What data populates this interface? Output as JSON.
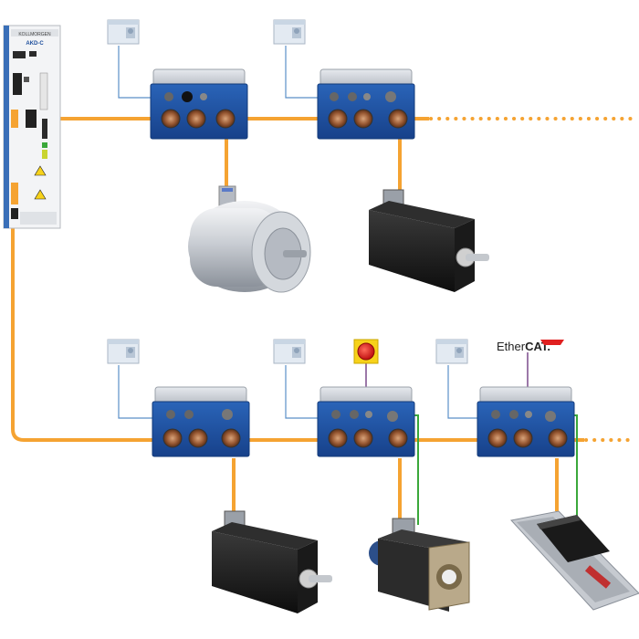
{
  "diagram": {
    "title": "",
    "controller": {
      "model_label": "AKD-C",
      "header_text": "KOLLMORGEN"
    },
    "fieldbus": {
      "logo_text": "Ether",
      "logo_text_bold": "CAT."
    },
    "colors": {
      "cable_orange": "#f5a332",
      "feedback_green": "#3aa83a",
      "ethercat_purple": "#7a4a8a",
      "config_line_blue": "#5a8fc8",
      "drive_blue": "#1d4e9c",
      "drive_silver": "#c8ccd2",
      "estop_red": "#e02020",
      "estop_yellow": "#f7d21a"
    },
    "rows": [
      {
        "drives": [
          {
            "id": "drive-1",
            "load": "encoder-motor",
            "extras": []
          },
          {
            "id": "drive-2",
            "load": "servo-motor",
            "extras": []
          }
        ],
        "continues": true
      },
      {
        "drives": [
          {
            "id": "drive-3",
            "load": "servo-motor",
            "extras": []
          },
          {
            "id": "drive-4",
            "load": "servo-motor-large",
            "extras": [
              "estop",
              "feedback"
            ]
          },
          {
            "id": "drive-5",
            "load": "linear-actuator",
            "extras": [
              "ethercat",
              "feedback"
            ]
          }
        ],
        "continues": true
      }
    ]
  }
}
